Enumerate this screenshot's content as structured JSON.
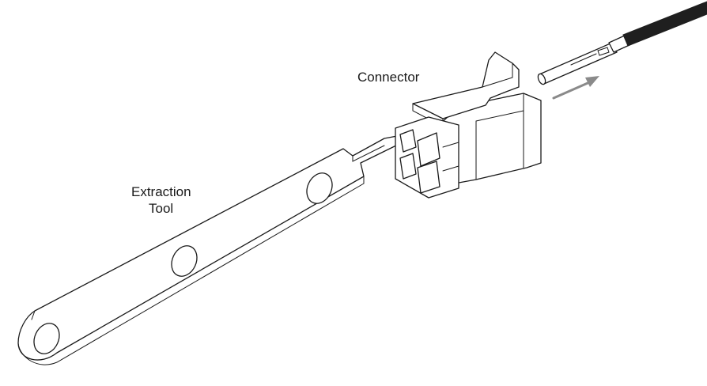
{
  "labels": {
    "connector": "Connector",
    "tool_line1": "Extraction",
    "tool_line2": "Tool"
  },
  "colors": {
    "line": "#1a1a1a",
    "arrow": "#8a8a8a",
    "wire": "#1f1f1f"
  }
}
